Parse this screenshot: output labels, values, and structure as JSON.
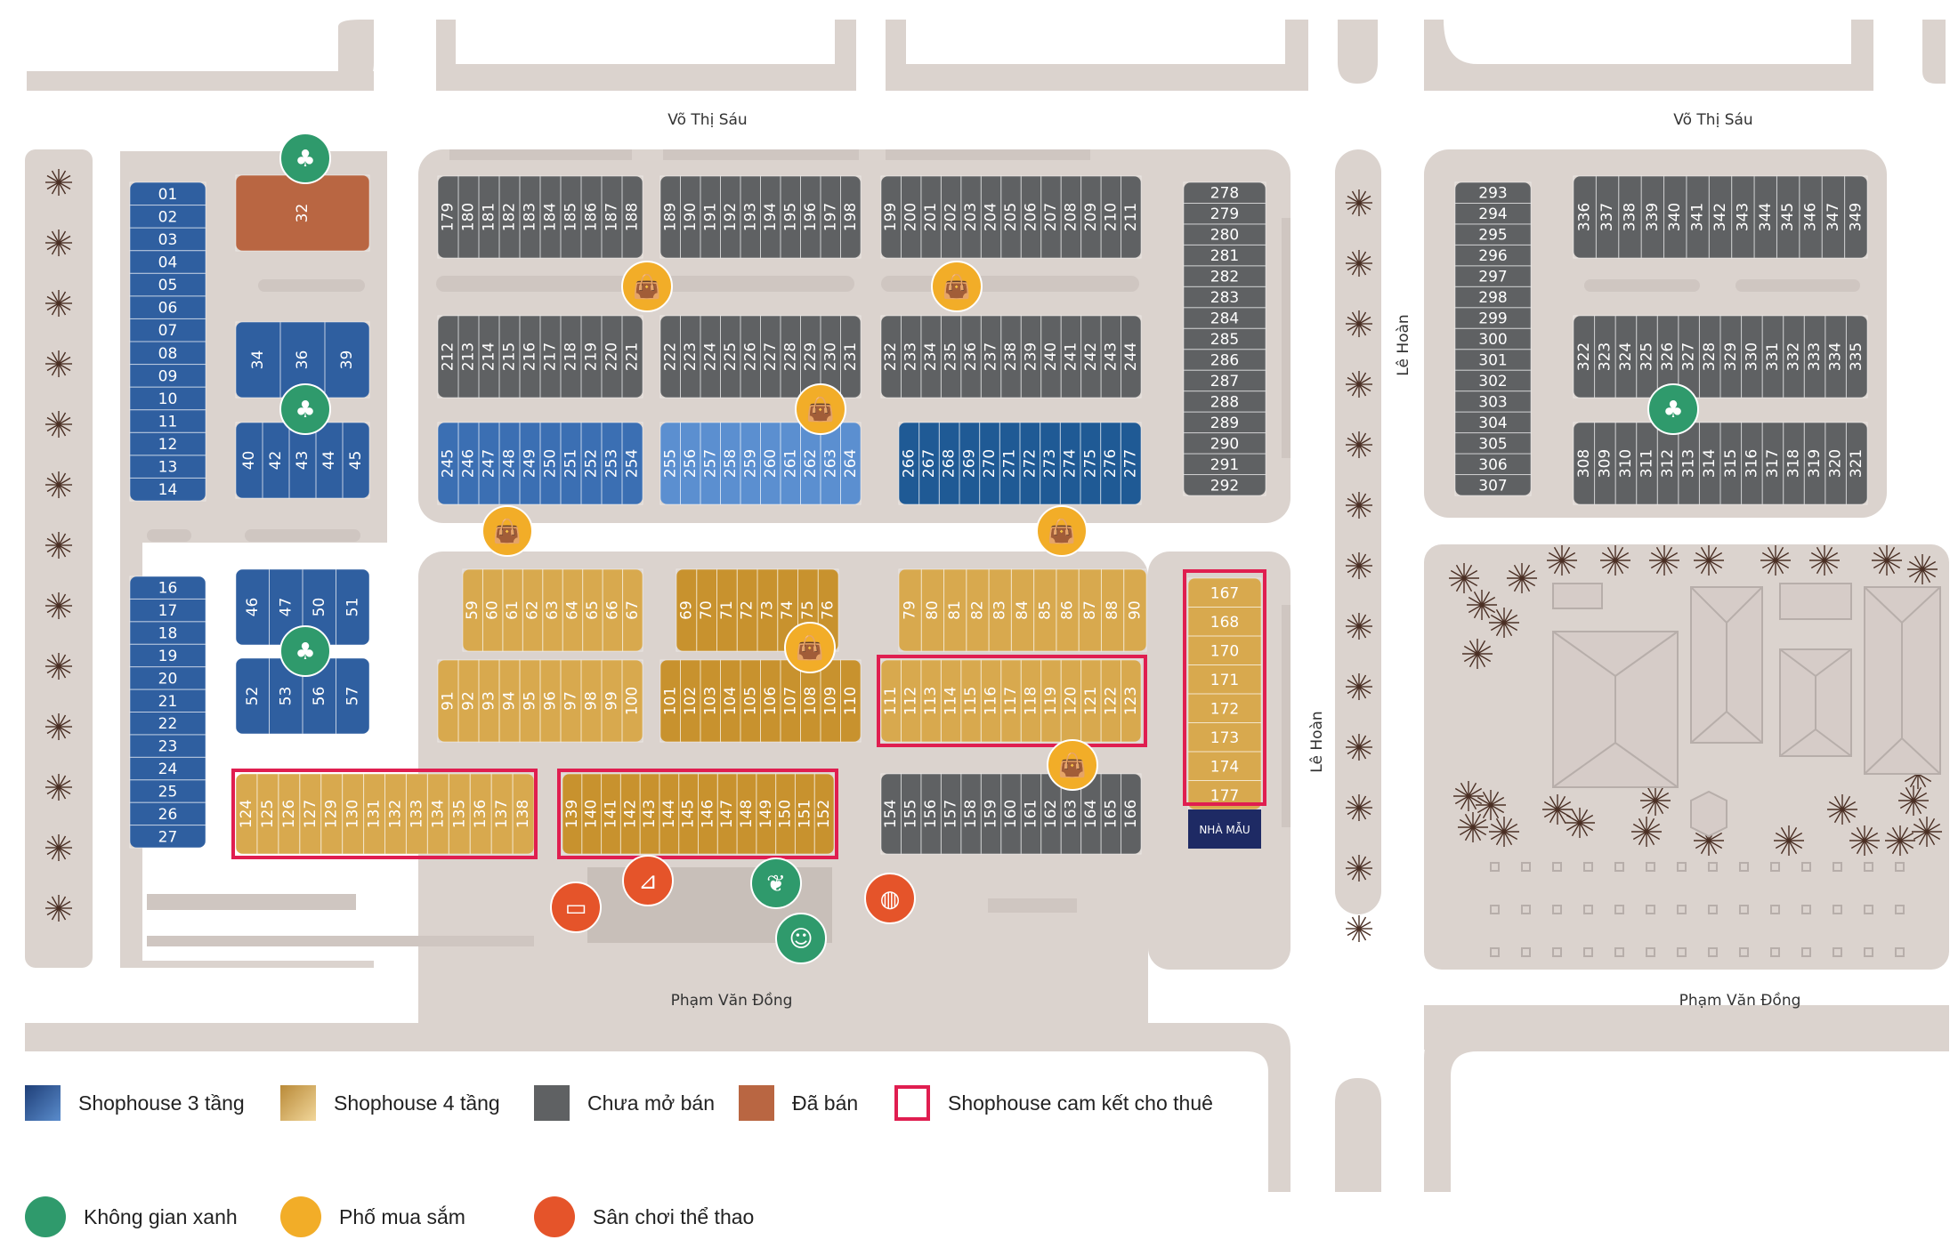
{
  "streets": {
    "north_left": "Võ Thị Sáu",
    "north_right": "Võ Thị Sáu",
    "south_left": "Phạm Văn Đồng",
    "south_right": "Phạm Văn Đồng",
    "east_vertical_top": "Lê Hoàn",
    "east_vertical_bottom": "Lê Hoàn"
  },
  "model_house_label": "NHÀ MẪU",
  "colors": {
    "shophouse_3": "#2f5fa0",
    "shophouse_4": "#d8a94e",
    "unsold": "#5f6163",
    "sold": "#b96642",
    "rental_commit": "#e01e50",
    "green_space": "#2f9a6c",
    "shopping": "#f2ad28",
    "sports": "#e5542a",
    "road": "#dbd3ce"
  },
  "lot_groups": {
    "left_column_a": [
      "01",
      "02",
      "03",
      "04",
      "05",
      "06",
      "07",
      "08",
      "09",
      "10",
      "11",
      "12",
      "13",
      "14"
    ],
    "left_column_b": [
      "16",
      "17",
      "18",
      "19",
      "20",
      "21",
      "22",
      "23",
      "24",
      "25",
      "26",
      "27"
    ],
    "block_32": [
      "32"
    ],
    "block_34_39": [
      "34",
      "36",
      "39"
    ],
    "block_40_45": [
      "40",
      "42",
      "43",
      "44",
      "45"
    ],
    "block_46_51": [
      "46",
      "47",
      "50",
      "51"
    ],
    "block_52_57": [
      "52",
      "53",
      "56",
      "57"
    ],
    "row1_a": [
      "179",
      "180",
      "181",
      "182",
      "183",
      "184",
      "185",
      "186",
      "187",
      "188"
    ],
    "row1_b": [
      "189",
      "190",
      "191",
      "192",
      "193",
      "194",
      "195",
      "196",
      "197",
      "198"
    ],
    "row1_c": [
      "199",
      "200",
      "201",
      "202",
      "203",
      "204",
      "205",
      "206",
      "207",
      "208",
      "209",
      "210",
      "211"
    ],
    "row2_a": [
      "212",
      "213",
      "214",
      "215",
      "216",
      "217",
      "218",
      "219",
      "220",
      "221"
    ],
    "row2_b": [
      "222",
      "223",
      "224",
      "225",
      "226",
      "227",
      "228",
      "229",
      "230",
      "231"
    ],
    "row2_c": [
      "232",
      "233",
      "234",
      "235",
      "236",
      "237",
      "238",
      "239",
      "240",
      "241",
      "242",
      "243",
      "244"
    ],
    "row3_a": [
      "245",
      "246",
      "247",
      "248",
      "249",
      "250",
      "251",
      "252",
      "253",
      "254"
    ],
    "row3_b": [
      "255",
      "256",
      "257",
      "258",
      "259",
      "260",
      "261",
      "262",
      "263",
      "264"
    ],
    "row3_c": [
      "266",
      "267",
      "268",
      "269",
      "270",
      "271",
      "272",
      "273",
      "274",
      "275",
      "276",
      "277"
    ],
    "row4_a": [
      "59",
      "60",
      "61",
      "62",
      "63",
      "64",
      "65",
      "66",
      "67"
    ],
    "row4_b": [
      "69",
      "70",
      "71",
      "72",
      "73",
      "74",
      "75",
      "76"
    ],
    "row4_c": [
      "79",
      "80",
      "81",
      "82",
      "83",
      "84",
      "85",
      "86",
      "87",
      "88",
      "90"
    ],
    "row5_a": [
      "91",
      "92",
      "93",
      "94",
      "95",
      "96",
      "97",
      "98",
      "99",
      "100"
    ],
    "row5_b": [
      "101",
      "102",
      "103",
      "104",
      "105",
      "106",
      "107",
      "108",
      "109",
      "110"
    ],
    "row5_c": [
      "111",
      "112",
      "113",
      "114",
      "115",
      "116",
      "117",
      "118",
      "119",
      "120",
      "121",
      "122",
      "123"
    ],
    "row6_a": [
      "124",
      "125",
      "126",
      "127",
      "129",
      "130",
      "131",
      "132",
      "133",
      "134",
      "135",
      "136",
      "137",
      "138"
    ],
    "row6_b": [
      "139",
      "140",
      "141",
      "142",
      "143",
      "144",
      "145",
      "146",
      "147",
      "148",
      "149",
      "150",
      "151",
      "152"
    ],
    "row6_c": [
      "154",
      "155",
      "156",
      "157",
      "158",
      "159",
      "160",
      "161",
      "162",
      "163",
      "164",
      "165",
      "166"
    ],
    "east_column_a": [
      "278",
      "279",
      "280",
      "281",
      "282",
      "283",
      "284",
      "285",
      "286",
      "287",
      "288",
      "289",
      "290",
      "291",
      "292"
    ],
    "east_column_b": [
      "167",
      "168",
      "170",
      "171",
      "172",
      "173",
      "174",
      "177"
    ],
    "far_column": [
      "293",
      "294",
      "295",
      "296",
      "297",
      "298",
      "299",
      "300",
      "301",
      "302",
      "303",
      "304",
      "305",
      "306",
      "307"
    ],
    "far_row_1": [
      "336",
      "337",
      "338",
      "339",
      "340",
      "341",
      "342",
      "343",
      "344",
      "345",
      "346",
      "347",
      "349"
    ],
    "far_row_2": [
      "322",
      "323",
      "324",
      "325",
      "326",
      "327",
      "328",
      "329",
      "330",
      "331",
      "332",
      "333",
      "334",
      "335"
    ],
    "far_row_3": [
      "308",
      "309",
      "310",
      "311",
      "312",
      "313",
      "314",
      "315",
      "316",
      "317",
      "318",
      "319",
      "320",
      "321"
    ]
  },
  "legend": {
    "shophouse_3": "Shophouse 3 tầng",
    "shophouse_4": "Shophouse 4 tầng",
    "unsold": "Chưa mở bán",
    "sold": "Đã bán",
    "rental_commit": "Shophouse cam kết cho thuê",
    "green_space": "Không gian xanh",
    "shopping": "Phố mua sắm",
    "sports": "Sân chơi thể thao"
  },
  "icons": {
    "green_space": "tree-icon",
    "shopping": "shopping-bag-icon",
    "basketball": "basketball-icon",
    "football_field": "football-field-icon",
    "slide": "playground-slide-icon",
    "plant": "plant-icon",
    "yoga": "yoga-icon"
  }
}
